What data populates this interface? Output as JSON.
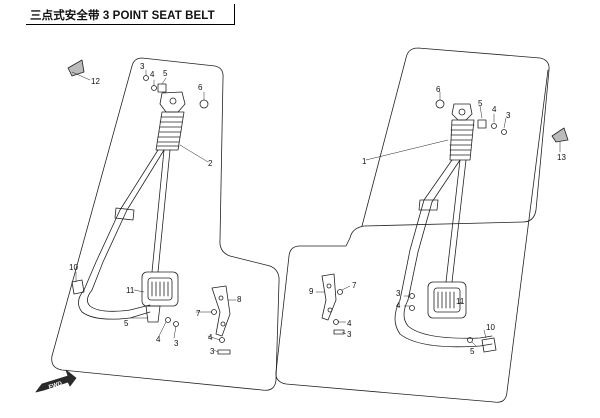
{
  "title": "三点式安全带 3 POINT SEAT BELT",
  "direction_label": "FWD",
  "left_assembly": {
    "callouts": [
      "12",
      "3",
      "4",
      "5",
      "6",
      "2",
      "10",
      "11",
      "5",
      "4",
      "3",
      "7",
      "8",
      "4",
      "3"
    ]
  },
  "right_assembly": {
    "callouts": [
      "6",
      "5",
      "4",
      "3",
      "13",
      "1",
      "9",
      "7",
      "4",
      "3",
      "3",
      "4",
      "11",
      "10",
      "5"
    ]
  },
  "colors": {
    "line": "#222222",
    "background": "#ffffff",
    "arrow_fill": "#2a2a2a"
  }
}
